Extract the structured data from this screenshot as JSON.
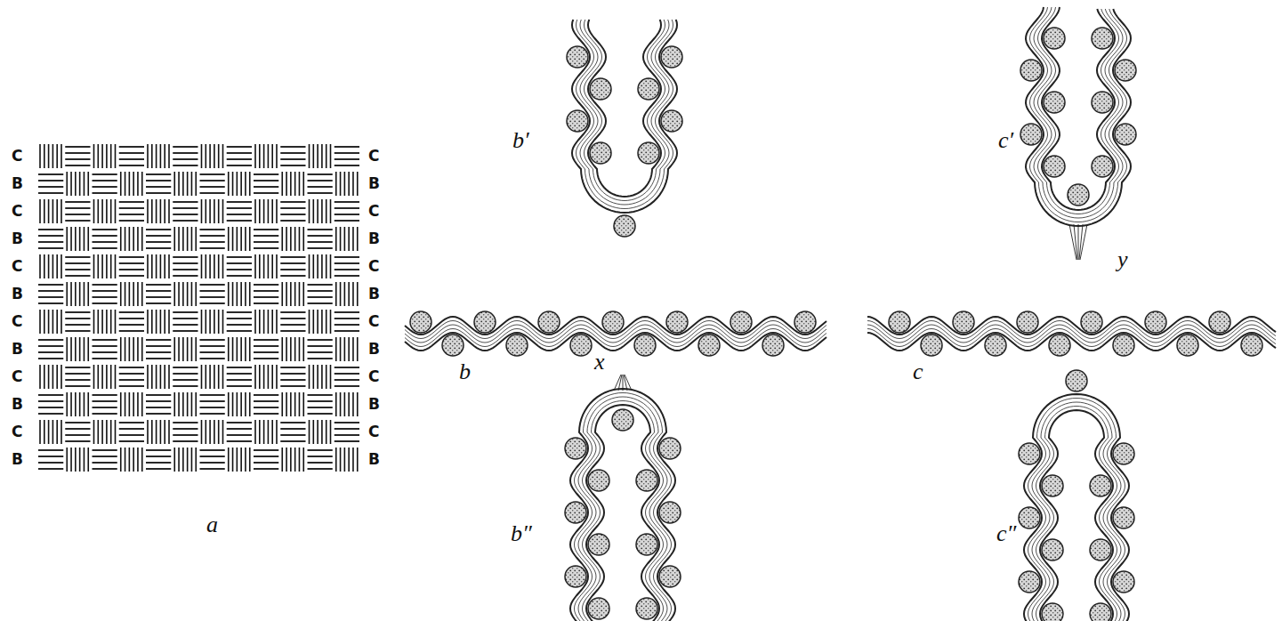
{
  "diagram": {
    "labels": [
      "C",
      "B",
      "C",
      "B",
      "C",
      "B",
      "C",
      "B",
      "C",
      "B",
      "C",
      "B",
      "C",
      "B",
      "C",
      "B",
      "C",
      "B",
      "C",
      "B",
      "C",
      "B",
      "C",
      "B",
      "a",
      "b′",
      "c′",
      "b",
      "x",
      "c",
      "y",
      "b″",
      "c″"
    ]
  }
}
